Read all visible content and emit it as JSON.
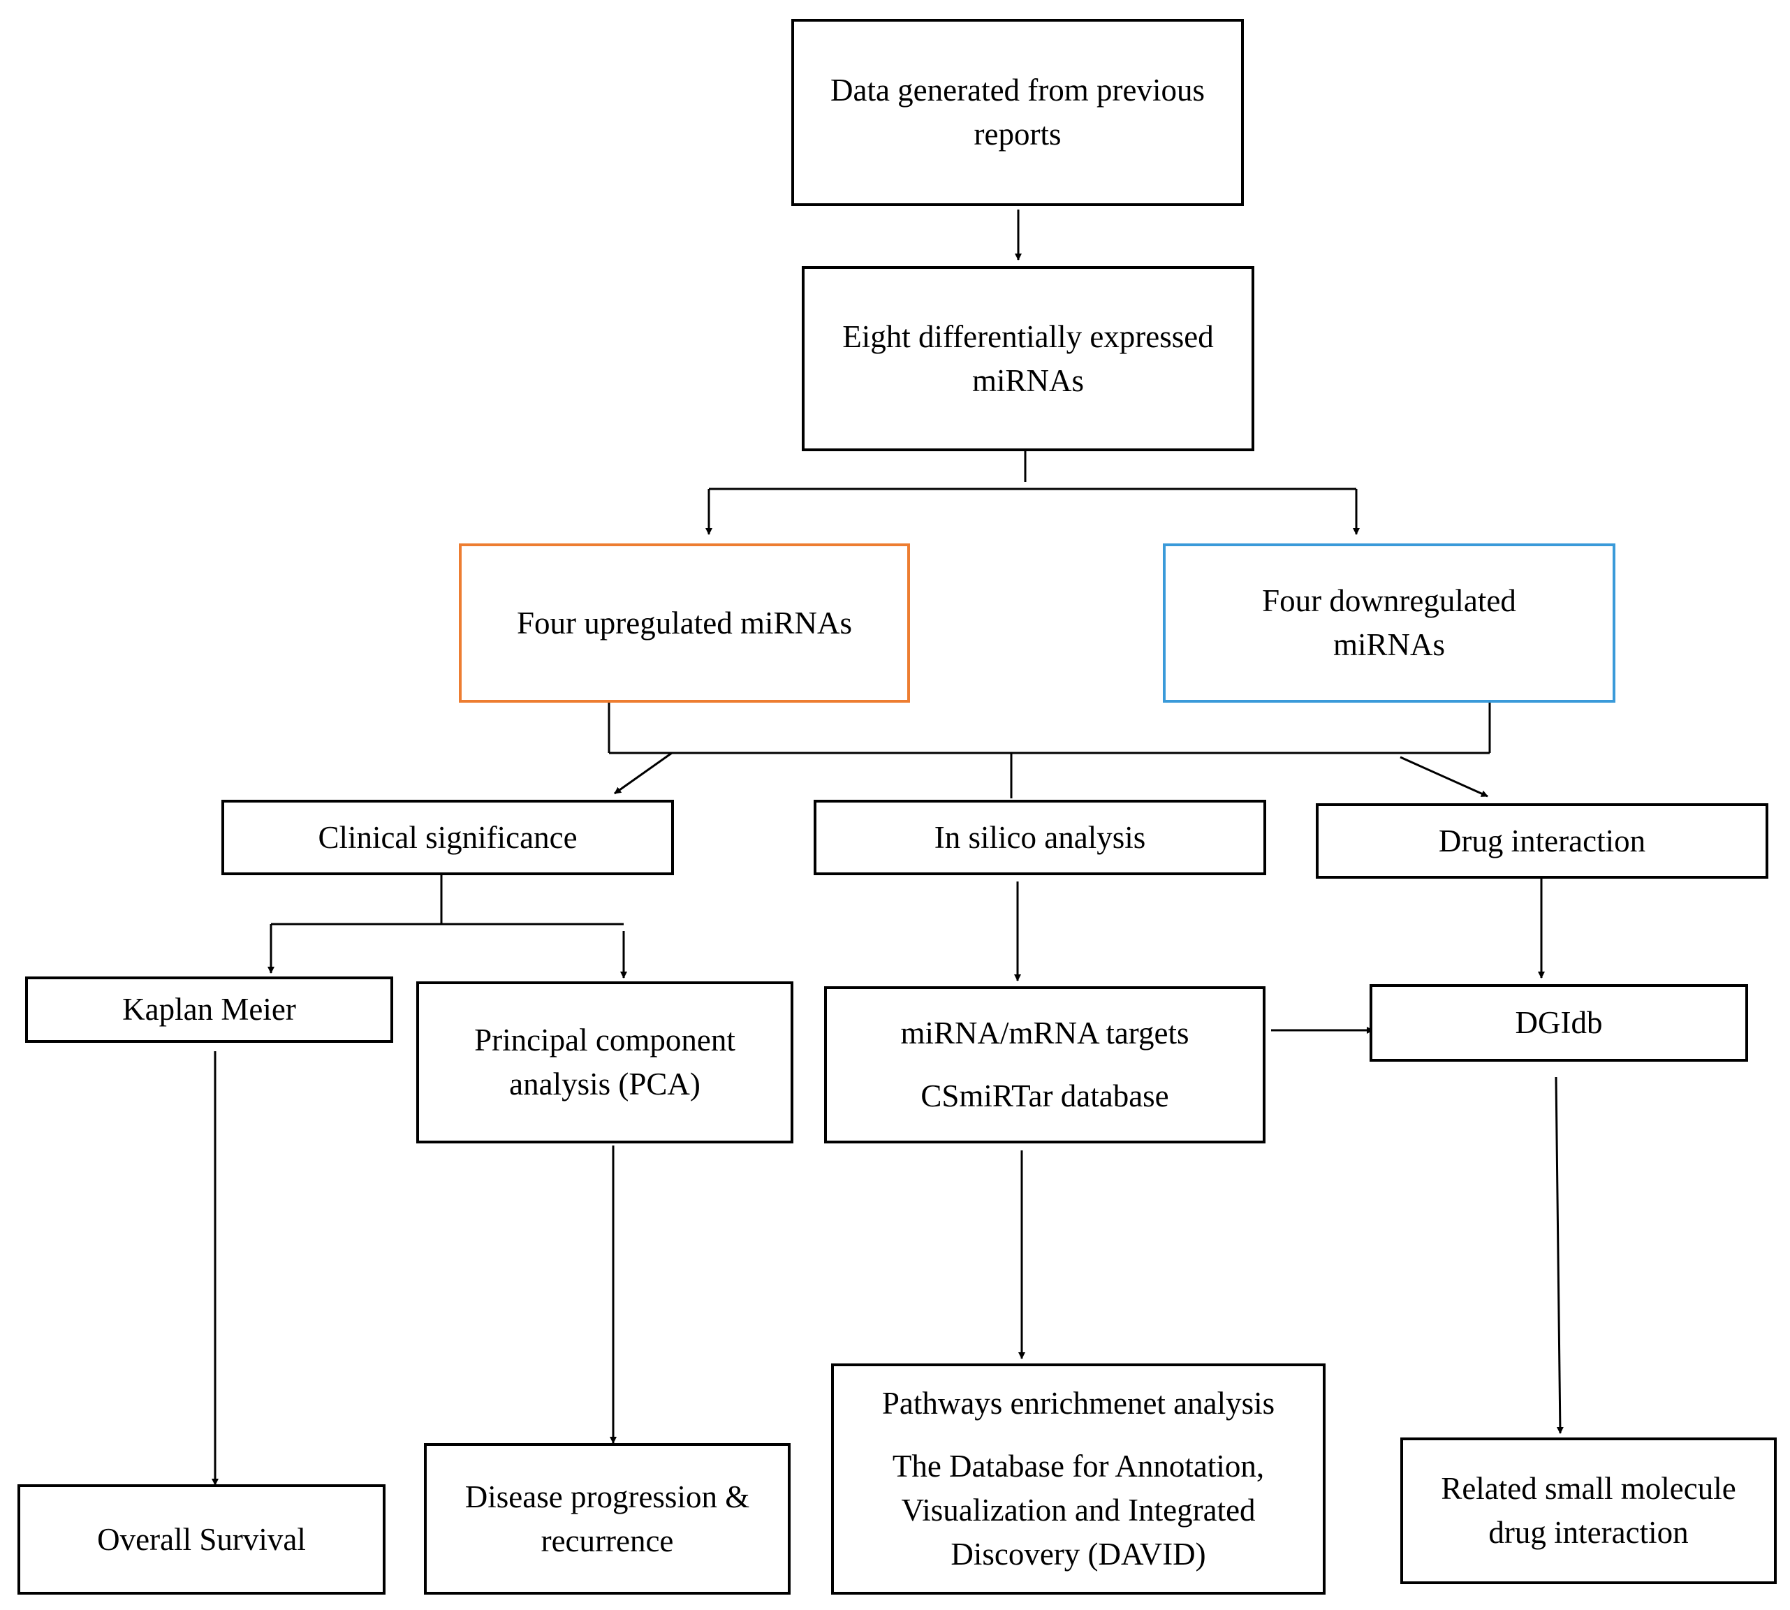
{
  "nodes": {
    "source": {
      "lines": [
        "Data generated from previous",
        "reports"
      ]
    },
    "eight": {
      "lines": [
        "Eight differentially expressed",
        "miRNAs"
      ]
    },
    "up": {
      "lines": [
        "Four upregulated miRNAs"
      ],
      "border_color": "#ED7D31"
    },
    "down": {
      "lines": [
        "Four downregulated",
        "miRNAs"
      ],
      "border_color": "#3A9AD9"
    },
    "clinical": {
      "lines": [
        "Clinical significance"
      ]
    },
    "silico": {
      "lines": [
        "In silico analysis"
      ]
    },
    "drug": {
      "lines": [
        "Drug interaction"
      ]
    },
    "kaplan": {
      "lines": [
        "Kaplan Meier"
      ]
    },
    "pca": {
      "lines": [
        "Principal component",
        "analysis (PCA)"
      ]
    },
    "targets": {
      "lines": [
        "miRNA/mRNA targets",
        "CSmiRTar database"
      ]
    },
    "dgidb": {
      "lines": [
        "DGIdb"
      ]
    },
    "survival": {
      "lines": [
        "Overall Survival"
      ]
    },
    "progression": {
      "lines": [
        "Disease progression &",
        "recurrence"
      ]
    },
    "pathways": {
      "lines": [
        "Pathways enrichmenet analysis",
        "The Database for Annotation,",
        "Visualization and Integrated",
        "Discovery (DAVID)"
      ]
    },
    "smallmol": {
      "lines": [
        "Related small molecule",
        "drug interaction"
      ]
    }
  }
}
